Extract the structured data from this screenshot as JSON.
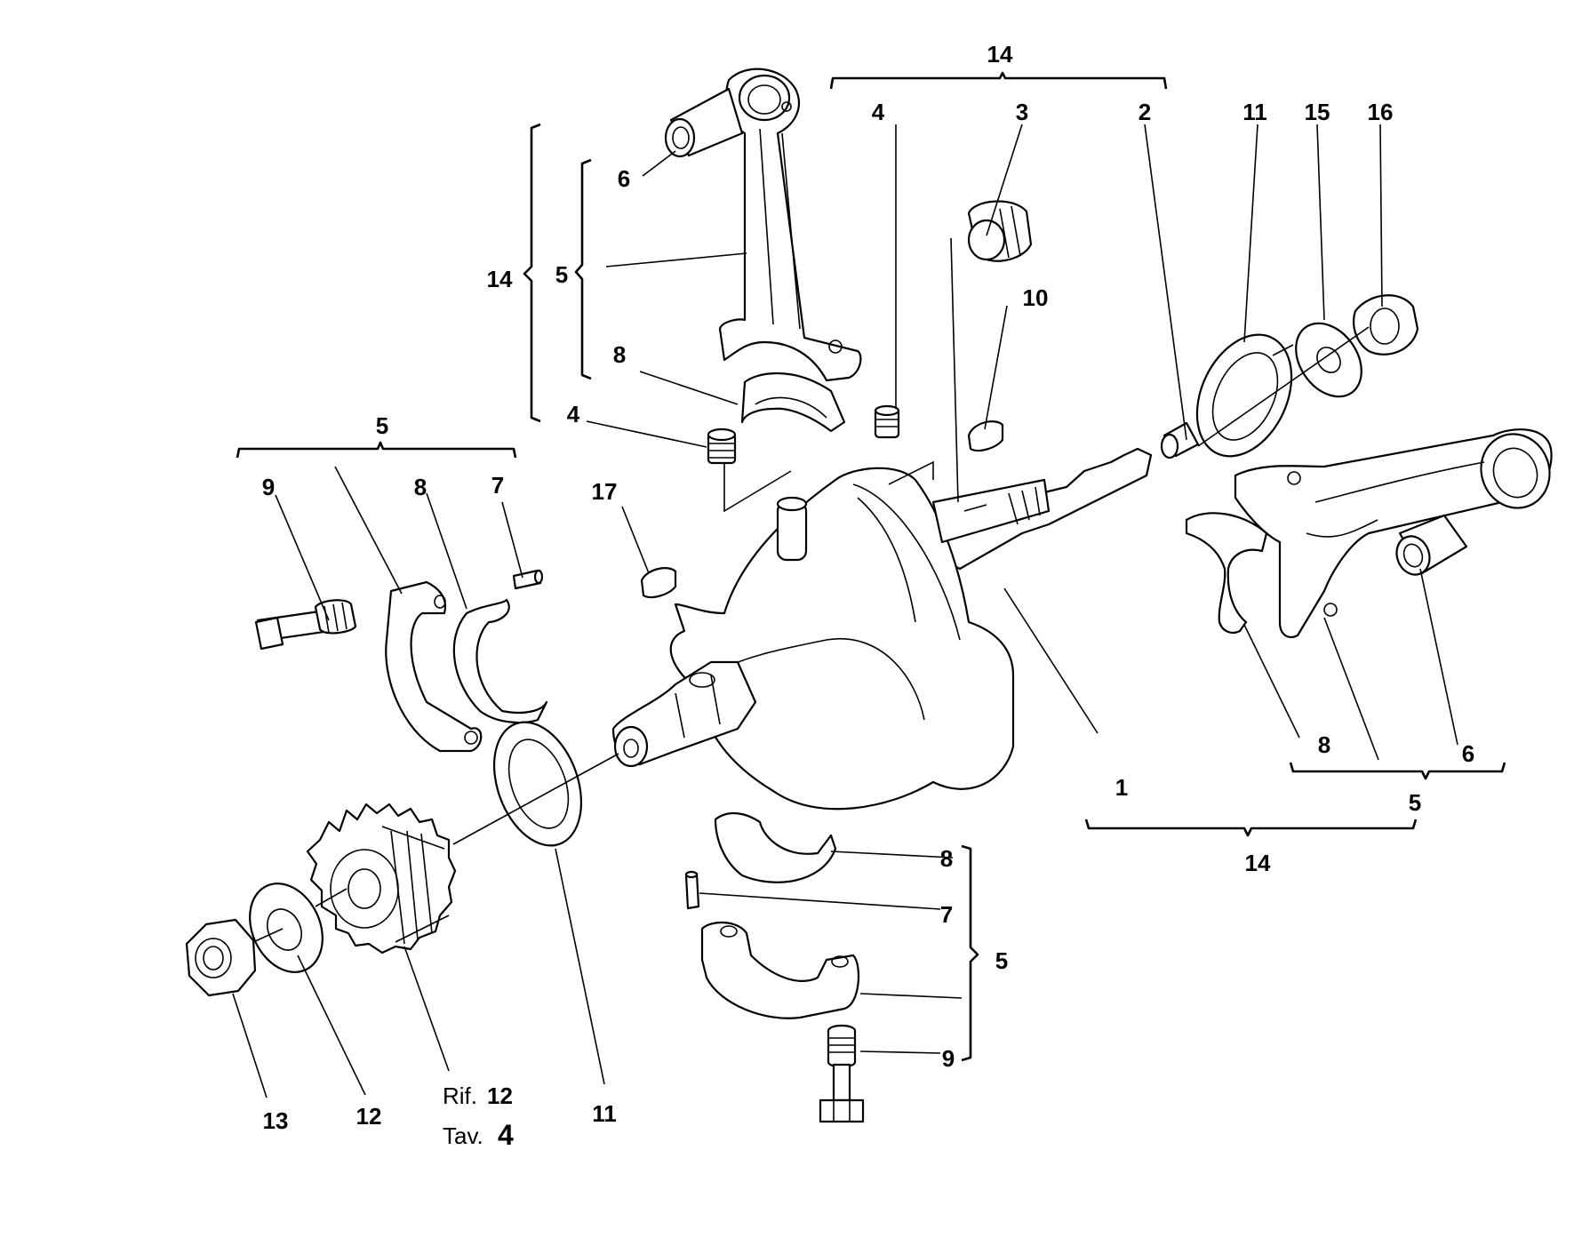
{
  "callouts": {
    "c1": "1",
    "c2": "2",
    "c3": "3",
    "c4a": "4",
    "c4b": "4",
    "c5a": "5",
    "c5b": "5",
    "c5c": "5",
    "c5d": "5",
    "c6a": "6",
    "c6b": "6",
    "c7a": "7",
    "c7b": "7",
    "c8a": "8",
    "c8b": "8",
    "c8c": "8",
    "c8d": "8",
    "c9a": "9",
    "c9b": "9",
    "c10": "10",
    "c11a": "11",
    "c11b": "11",
    "c12": "12",
    "c13": "13",
    "c14a": "14",
    "c14b": "14",
    "c14c": "14",
    "c15": "15",
    "c16": "16",
    "c17": "17"
  },
  "reference": {
    "rif_label": "Rif.",
    "rif_value": "12",
    "tav_label": "Tav.",
    "tav_value": "4"
  }
}
